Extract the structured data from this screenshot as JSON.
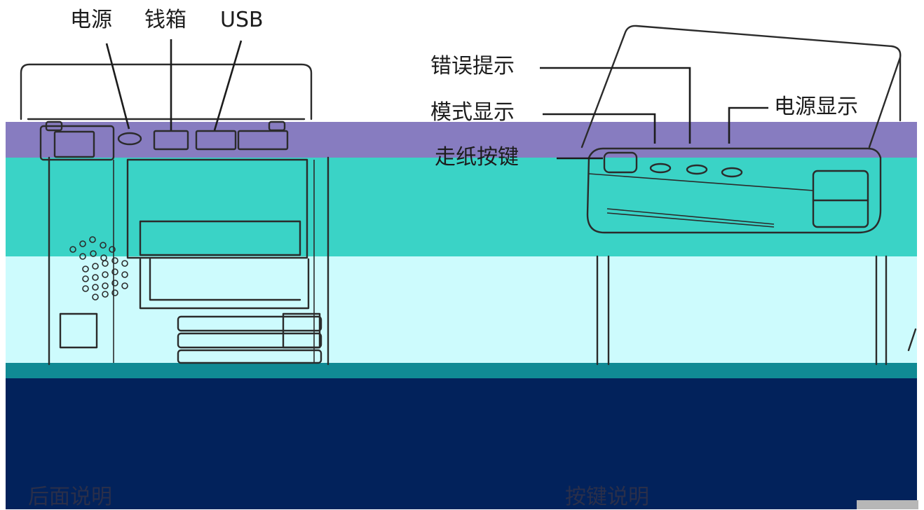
{
  "back_view": {
    "labels": {
      "power": "电源",
      "cash_drawer": "钱箱",
      "usb": "USB"
    },
    "caption": "后面说明"
  },
  "button_view": {
    "labels": {
      "error_indicator": "错误提示",
      "mode_indicator": "模式显示",
      "power_indicator": "电源显示",
      "feed_button": "走纸按键"
    },
    "caption": "按键说明"
  },
  "colors": {
    "purple_band": "#877cc0",
    "teal_band": "#3ad3c6",
    "light_cyan_band": "#cdfbfd",
    "navy_band": "#02225b",
    "line": "#2b2b2b"
  }
}
